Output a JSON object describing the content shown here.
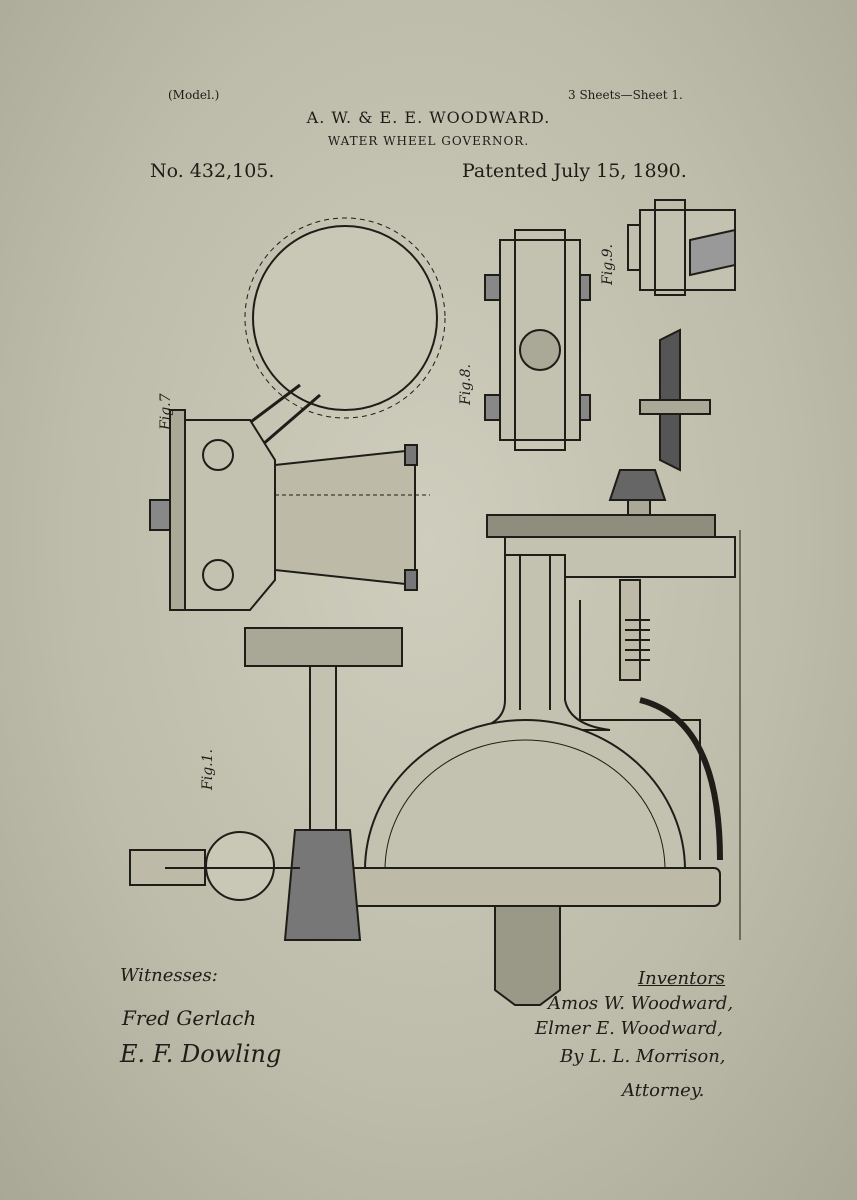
{
  "header": {
    "model": "(Model.)",
    "sheets": "3 Sheets—Sheet 1.",
    "inventors": "A. W. & E. E. WOODWARD.",
    "title": "WATER WHEEL GOVERNOR.",
    "patent_number": "No. 432,105.",
    "patent_date": "Patented July 15, 1890."
  },
  "figures": {
    "fig1": "Fig.1.",
    "fig7": "Fig.7",
    "fig8": "Fig.8.",
    "fig9": "Fig.9."
  },
  "footer": {
    "witnesses_label": "Witnesses:",
    "witness_1": "Fred Gerlach",
    "witness_2": "E. F. Dowling",
    "inventors_label": "Inventors",
    "inventor_1": "Amos W. Woodward,",
    "inventor_2": "Elmer E. Woodward,",
    "attorney_by": "By L. L. Morrison,",
    "attorney_label": "Attorney."
  },
  "colors": {
    "paper": "#c4c2b0",
    "ink": "#1e1d18"
  }
}
